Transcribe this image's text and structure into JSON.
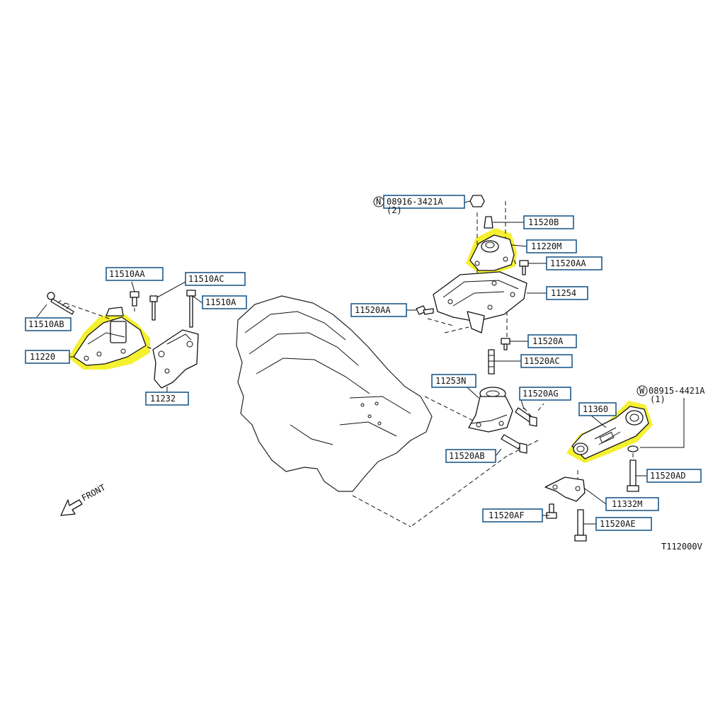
{
  "diagram": {
    "code": "T112000V",
    "front_label": "FRONT",
    "highlight_color": "#f4ee1a",
    "label_border_color": "#1e5a8a",
    "labels": {
      "p11510ab": "11510AB",
      "p11510aa": "11510AA",
      "p11510ac": "11510AC",
      "p11510a": "11510A",
      "p11220": "11220",
      "p11232": "11232",
      "p08916": "08916-3421A",
      "p08916_qty": "(2)",
      "p11520b": "11520B",
      "p11220m": "11220M",
      "p11520aa_r": "11520AA",
      "p11254": "11254",
      "p11520aa_l": "11520AA",
      "p11520a": "11520A",
      "p11520ac": "11520AC",
      "p11253n": "11253N",
      "p11520ag": "11520AG",
      "p11520ab": "11520AB",
      "p08915": "08915-4421A",
      "p08915_qty": "(1)",
      "p11360": "11360",
      "p11520ad": "11520AD",
      "p11332m": "11332M",
      "p11520af": "11520AF",
      "p11520ae": "11520AE"
    },
    "circled_letters": {
      "n": "N",
      "w": "W"
    }
  }
}
